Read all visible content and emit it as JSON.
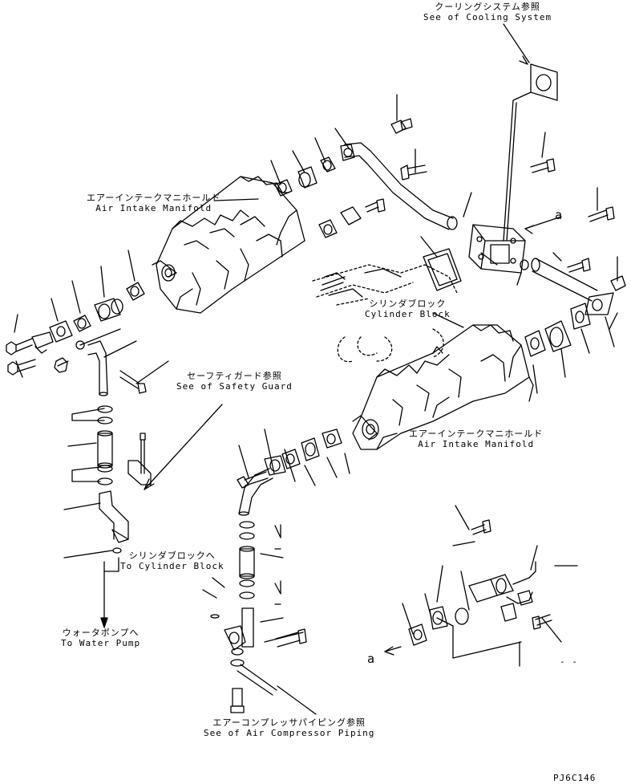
{
  "labels": {
    "cooling_jp": "クーリングシステム参照",
    "cooling_en": "See of Cooling System",
    "manifold_top_jp": "エアーインテークマニホールド",
    "manifold_top_en": "Air Intake Manifold",
    "block_jp": "シリンダブロック",
    "block_en": "Cylinder Block",
    "safety_jp": "セーフティガード参照",
    "safety_en": "See of Safety Guard",
    "manifold_right_jp": "エアーインテークマニホールド",
    "manifold_right_en": "Air Intake Manifold",
    "to_block_jp": "シリンダブロックへ",
    "to_block_en": "To Cylinder Block",
    "water_pump_jp": "ウォータポンプへ",
    "water_pump_en": "To Water Pump",
    "compressor_jp": "エアーコンプレッサパイピング参照",
    "compressor_en": "See of Air Compressor Piping",
    "ref_a_top": "a",
    "ref_a_bottom": "a",
    "dash_mark": "- -",
    "drawing_code": "PJ6C146"
  }
}
